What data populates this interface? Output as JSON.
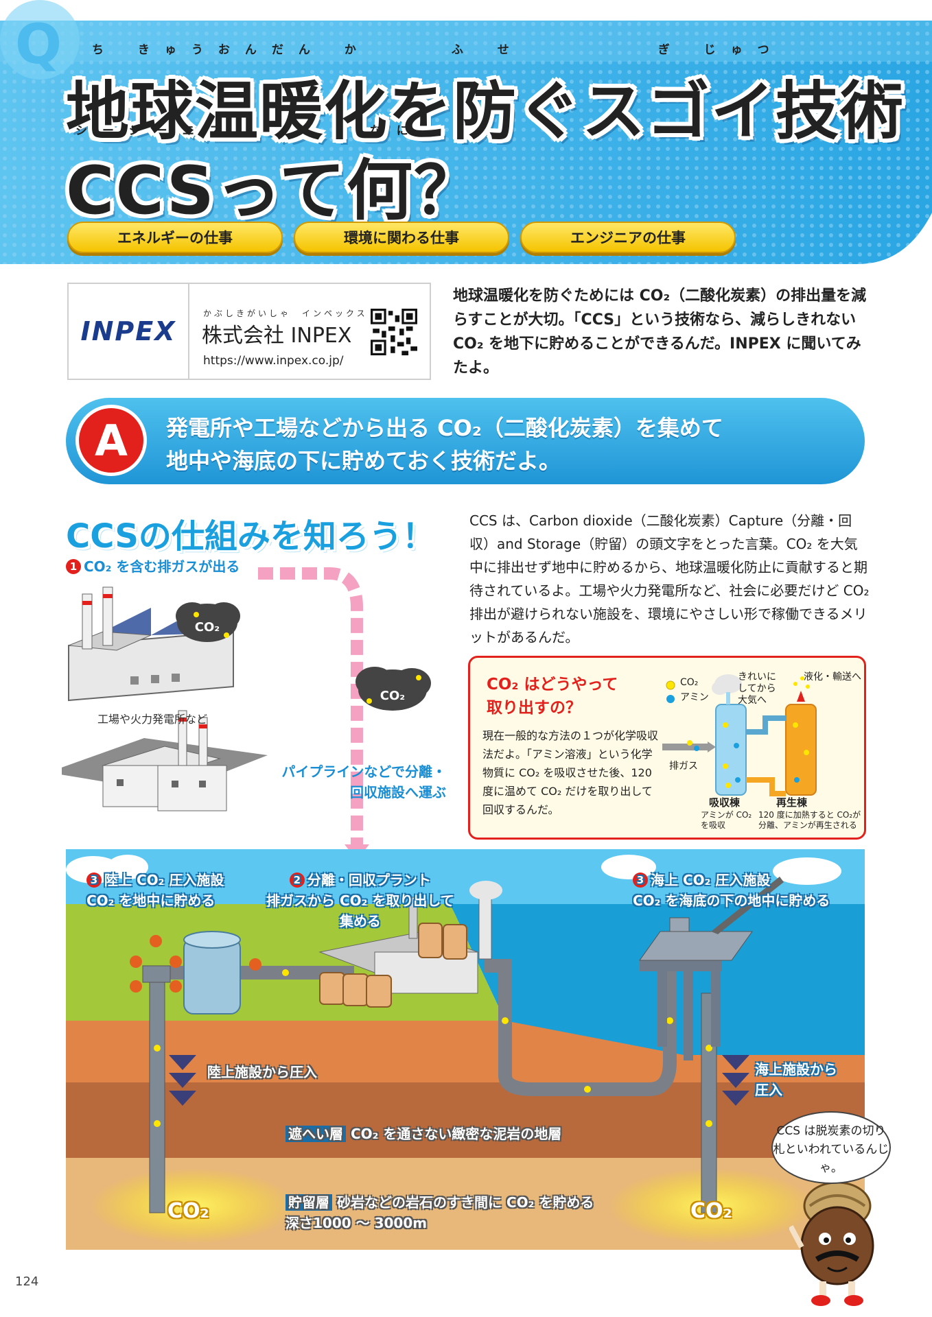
{
  "header": {
    "title_line1": "地球温暖化を防ぐスゴイ技術",
    "title_line2": "CCSって何？",
    "ruby_line1": "ち きゅうおんだん か　　　ふ せ　　　　　ぎ じゅつ",
    "ruby_line2": "シーシーエス　　　　　なに",
    "tags": [
      "エネルギーの仕事",
      "環境に関わる仕事",
      "エンジニアの仕事"
    ]
  },
  "company": {
    "logo": "INPEX",
    "name_ruby": "かぶしきがいしゃ　インペックス",
    "name": "株式会社 INPEX",
    "url": "https://www.inpex.co.jp/"
  },
  "intro": "地球温暖化を防ぐためには CO₂（二酸化炭素）の排出量を減らすことが大切。「CCS」という技術なら、減らしきれない CO₂ を地下に貯めることができるんだ。INPEX に聞いてみたよ。",
  "answer": {
    "badge": "A",
    "line1": "発電所や工場などから出る CO₂（二酸化炭素）を集めて",
    "line2": "地中や海底の下に貯めておく技術だよ。"
  },
  "mechanism": {
    "title": "CCSの仕組みを知ろう！",
    "step1_num": "1",
    "step1": "CO₂ を含む排ガスが出る",
    "cloud1": "CO₂",
    "cloud2": "CO₂",
    "factory_caption": "工場や火力発電所など",
    "pipe_label": "パイプラインなどで分離・回収施設へ運ぶ",
    "explanation": "CCS は、Carbon dioxide（二酸化炭素）Capture（分離・回収）and Storage（貯留）の頭文字をとった言葉。CO₂ を大気中に排出せず地中に貯めるから、地球温暖化防止に貢献すると期待されているよ。工場や火力発電所など、社会に必要だけど CO₂ 排出が避けられない施設を、環境にやさしい形で稼働できるメリットがあるんだ。"
  },
  "extract_box": {
    "title_line1": "CO₂ はどうやって",
    "title_line2": "取り出すの？",
    "body": "現在一般的な方法の１つが化学吸収法だよ。「アミン溶液」という化学物質に CO₂ を吸収させた後、120 度に温めて CO₂ だけを取り出して回収するんだ。",
    "legend_co2": "CO₂",
    "legend_amine": "アミン",
    "clean_air": "きれいにしてから大気へ",
    "liquefy": "液化・輸送へ",
    "exhaust": "排ガス",
    "absorber": "吸収棟",
    "absorber_note": "アミンが CO₂を吸収",
    "regenerator": "再生棟",
    "regenerator_note": "120 度に加熱すると CO₂が分離、アミンが再生される",
    "colors": {
      "co2": "#ffe600",
      "amine": "#1aa0df",
      "border": "#e3211c"
    }
  },
  "diagram": {
    "onshore_num": "3",
    "onshore_title": "陸上 CO₂ 圧入施設",
    "onshore_sub": "CO₂ を地中に貯める",
    "plant_num": "2",
    "plant_title": "分離・回収プラント",
    "plant_sub1": "排ガスから CO₂ を取り出して",
    "plant_sub2": "集める",
    "offshore_num": "3",
    "offshore_title": "海上 CO₂ 圧入施設",
    "offshore_sub": "CO₂ を海底の下の地中に貯める",
    "inject_land": "陸上施設から圧入",
    "inject_sea1": "海上施設から",
    "inject_sea2": "圧入",
    "cap_rock_title": "遮へい層",
    "cap_rock_desc": "CO₂ を通さない緻密な泥岩の地層",
    "reservoir_title": "貯留層",
    "reservoir_desc": "砂岩などの岩石のすき間に CO₂ を貯める",
    "depth": "深さ1000 ～ 3000m",
    "co2_left": "CO₂",
    "co2_right": "CO₂"
  },
  "character_bubble": "CCS は脱炭素の切り札といわれているんじゃ。",
  "page_number": "124"
}
